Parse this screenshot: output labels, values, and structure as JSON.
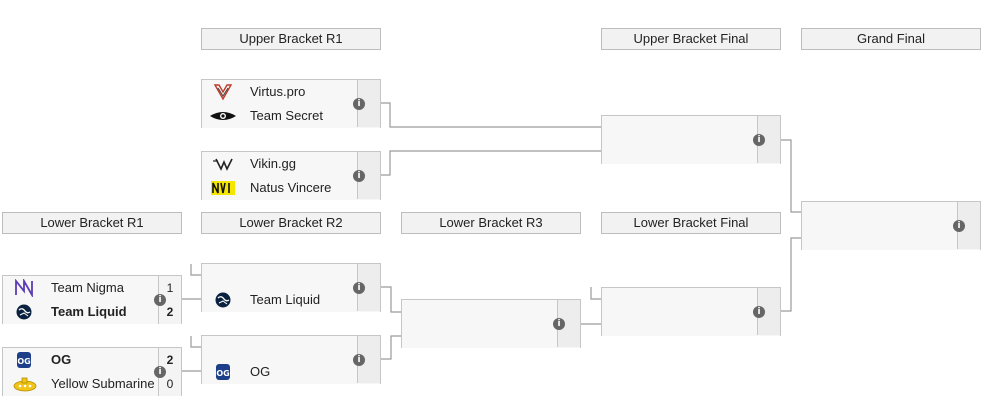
{
  "headers": {
    "ub_r1": "Upper Bracket R1",
    "ub_final": "Upper Bracket Final",
    "grand_final": "Grand Final",
    "lb_r1": "Lower Bracket R1",
    "lb_r2": "Lower Bracket R2",
    "lb_r3": "Lower Bracket R3",
    "lb_final": "Lower Bracket Final"
  },
  "matches": {
    "ub1": {
      "team1": "Virtus.pro",
      "team2": "Team Secret"
    },
    "ub2": {
      "team1": "Vikin.gg",
      "team2": "Natus Vincere"
    },
    "lb1": {
      "team1": "Team Nigma",
      "score1": "1",
      "team2": "Team Liquid",
      "score2": "2"
    },
    "lb2": {
      "team1": "OG",
      "score1": "2",
      "team2": "Yellow Submarine",
      "score2": "0"
    },
    "lbr2a": {
      "team2": "Team Liquid"
    },
    "lbr2b": {
      "team2": "OG"
    }
  },
  "icons": {
    "info": "i",
    "info_icon": "info-icon"
  },
  "colors": {
    "header_bg": "#f2f2f2",
    "border": "#c6c6c6",
    "line": "#9a9a9a",
    "info": "#666666",
    "navi_yellow": "#f5e600",
    "nigma_purple": "#5b3bb5",
    "og_blue": "#1d3f8a"
  }
}
